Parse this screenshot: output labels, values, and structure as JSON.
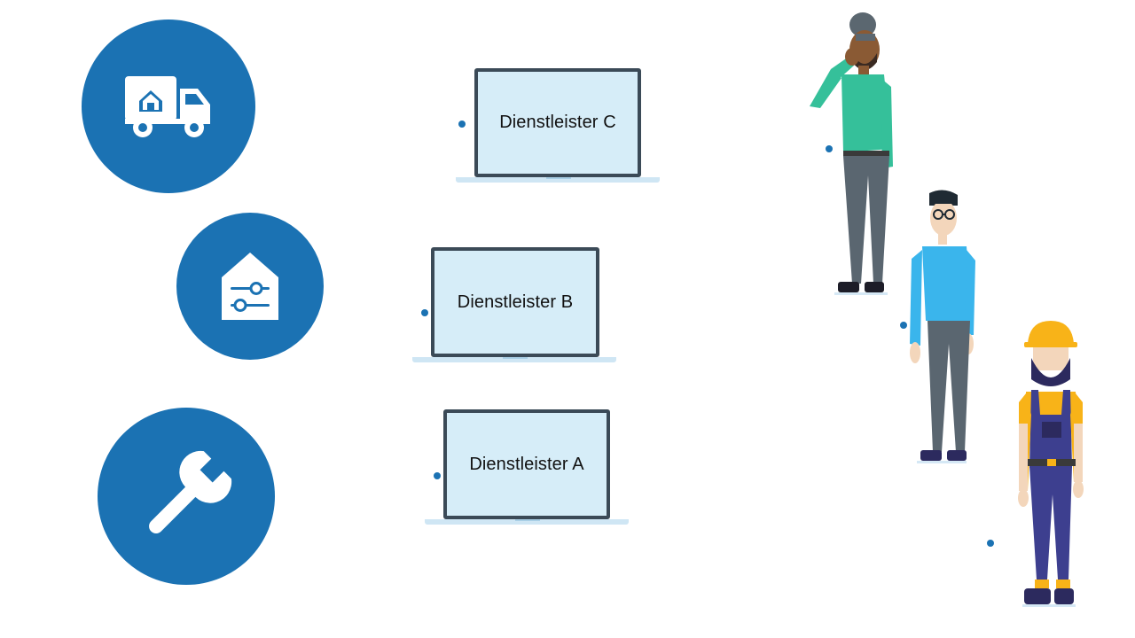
{
  "colors": {
    "primary_blue": "#1b72b3",
    "screen_fill": "#d6edf8",
    "screen_border": "#3b4a57"
  },
  "service_icons": [
    {
      "icon": "moving-truck-icon"
    },
    {
      "icon": "smart-home-settings-icon"
    },
    {
      "icon": "wrench-icon"
    }
  ],
  "providers": [
    {
      "label": "Dienstleister C"
    },
    {
      "label": "Dienstleister B"
    },
    {
      "label": "Dienstleister A"
    }
  ],
  "people": [
    {
      "icon": "person-on-phone-icon"
    },
    {
      "icon": "person-with-glasses-icon"
    },
    {
      "icon": "construction-worker-icon"
    }
  ]
}
